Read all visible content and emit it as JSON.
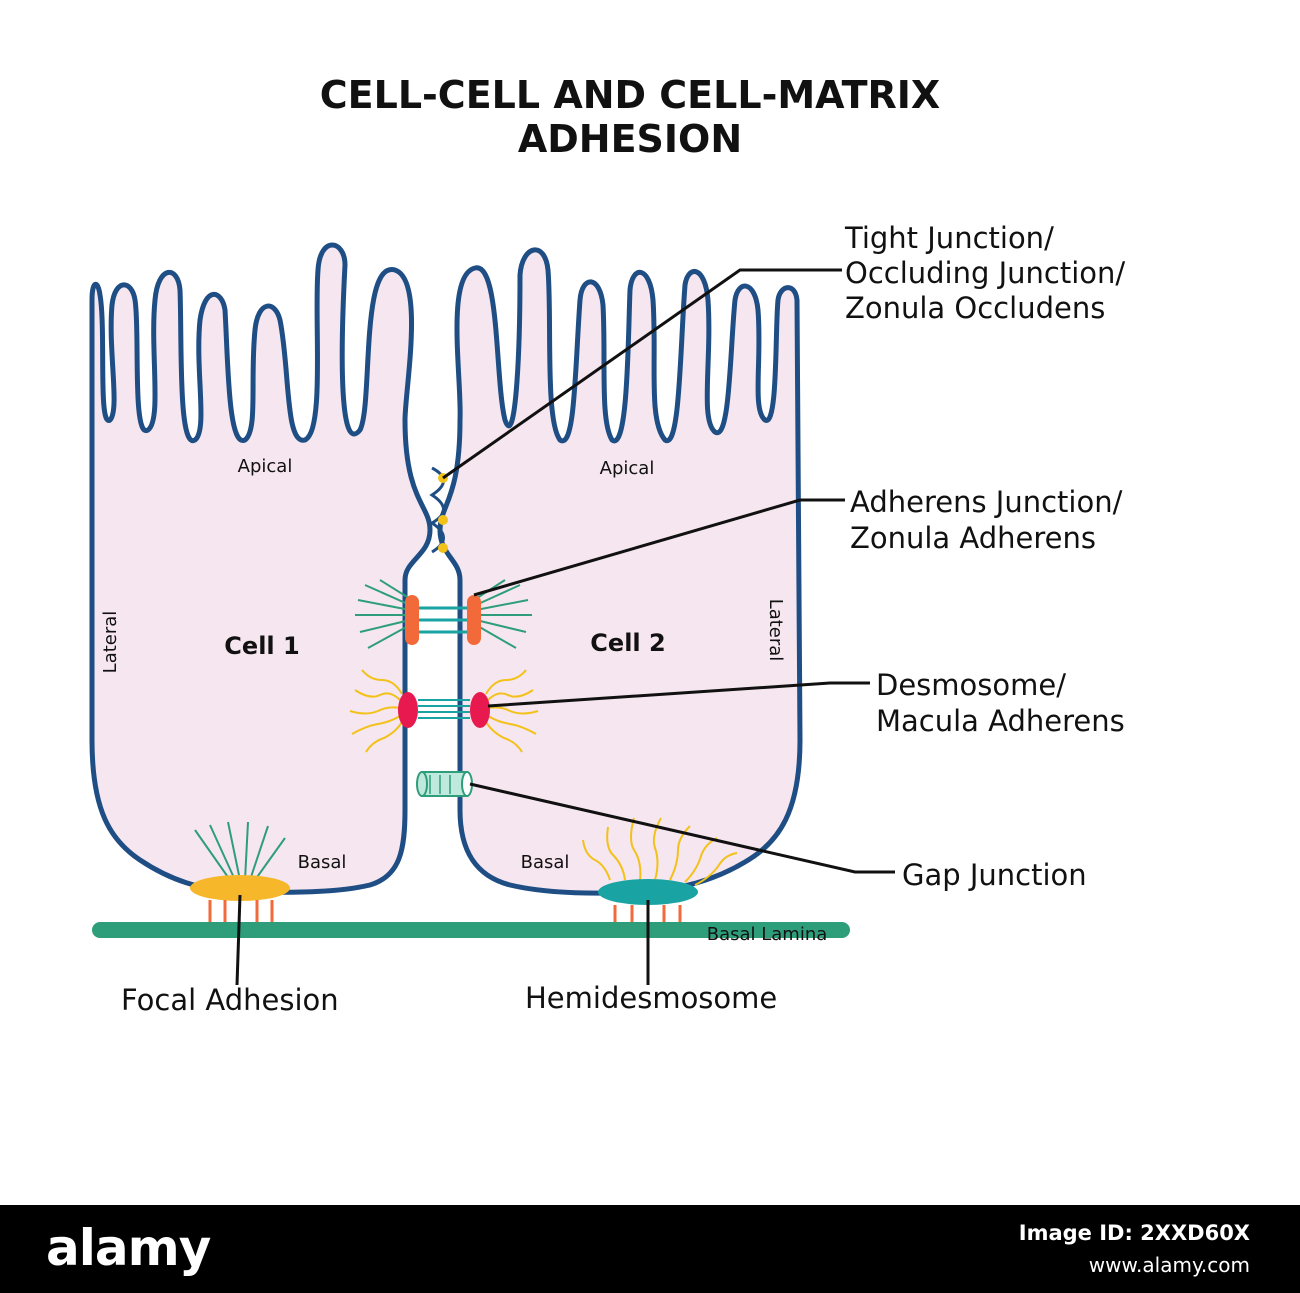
{
  "title": {
    "line1": "CELL-CELL AND CELL-MATRIX",
    "line2": "ADHESION"
  },
  "cells": {
    "cell1": {
      "name": "Cell 1",
      "apical": "Apical",
      "lateral": "Lateral",
      "basal": "Basal"
    },
    "cell2": {
      "name": "Cell 2",
      "apical": "Apical",
      "lateral": "Lateral",
      "basal": "Basal"
    }
  },
  "basal_lamina_label": "Basal Lamina",
  "callouts": {
    "tight_junction": [
      "Tight Junction/",
      "Occluding Junction/",
      "Zonula Occludens"
    ],
    "adherens_junction": [
      "Adherens Junction/",
      "Zonula Adherens"
    ],
    "desmosome": [
      "Desmosome/",
      "Macula Adherens"
    ],
    "gap_junction": [
      "Gap Junction"
    ],
    "focal_adhesion": [
      "Focal Adhesion"
    ],
    "hemidesmosome": [
      "Hemidesmosome"
    ]
  },
  "colors": {
    "membrane": "#1f4e85",
    "cytoplasm": "#f6e6ef",
    "basal_lamina": "#2e9e7a",
    "tight_junction": "#f2c21b",
    "adherens_plaque": "#f26a3a",
    "desmosome_plaque": "#e8194f",
    "actin_filaments": "#2e9e7a",
    "keratin_filaments": "#f2c21b",
    "focal_adhesion": "#f7b72a",
    "hemidesmosome": "#1aa3a3",
    "integrins": "#f26a3a"
  },
  "footer": {
    "brand": "alamy",
    "image_id": "Image ID: 2XXD60X",
    "url": "www.alamy.com"
  }
}
